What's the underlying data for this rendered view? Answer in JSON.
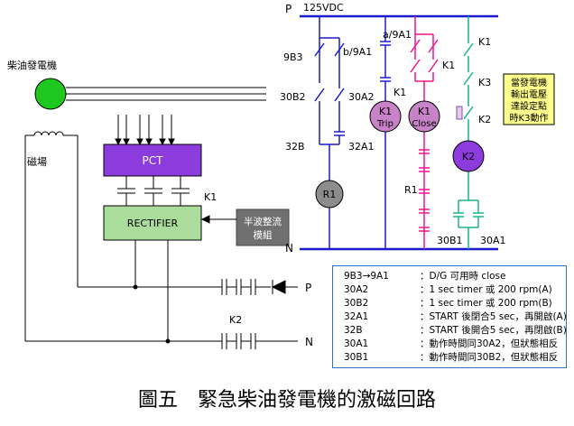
{
  "bus": {
    "p_top": "P",
    "voltage": "125VDC",
    "n_bottom": "N",
    "p_right": "P",
    "n_right": "N"
  },
  "generator": {
    "label": "柴油發電機"
  },
  "field": {
    "label": "磁場"
  },
  "pct": {
    "label": "PCT"
  },
  "rectifier": {
    "label": "RECTIFIER"
  },
  "semi_module": {
    "line1": "半波整流",
    "line2": "模組"
  },
  "contacts": {
    "k1_rect": "K1",
    "k2_bottom": "K2",
    "c9b3": "9B3",
    "c9a1_b": "b/9A1",
    "c9a1_a": "a/9A1",
    "c30b2": "30B2",
    "c30a2": "30A2",
    "c32b": "32B",
    "c32a1": "32A1",
    "k1_trip_contact": "K1",
    "k1_close_contact": "K1",
    "r1_contact": "R1",
    "c30b1": "30B1",
    "k1_right": "K1",
    "k3_right": "K3",
    "k2_right": "K2",
    "c30a1": "30A1"
  },
  "coils": {
    "r1": "R1",
    "k1_trip_l1": "K1",
    "k1_trip_l2": "Trip",
    "k1_close_l1": "K1",
    "k1_close_l2": "Close",
    "k2": "K2"
  },
  "note": {
    "line1": "當發電機",
    "line2": "輸出電壓",
    "line3": "達設定點",
    "line4": "時K3動作"
  },
  "legend": [
    {
      "key": "9B3→9A1",
      "value": "：D/G 可用時 close"
    },
    {
      "key": "30A2",
      "value": "：1 sec timer 或 200 rpm(A)"
    },
    {
      "key": "30B2",
      "value": "：1 sec timer 或 200 rpm(B)"
    },
    {
      "key": "32A1",
      "value": "：START 後閉合5 sec，再開啟(A)"
    },
    {
      "key": "32B",
      "value": "：START 後開合5 sec，再閉啟(B)"
    },
    {
      "key": "30A1",
      "value": "：動作時間同30A2，但狀態相反"
    },
    {
      "key": "30B1",
      "value": "：動作時間同30B2，但狀態相反"
    }
  ],
  "caption": "圖五　緊急柴油發電機的激磁回路",
  "colors": {
    "bus_blue": "#1a1acd",
    "magenta": "#f0148c",
    "teal": "#19b48c",
    "pct_fill": "#8c3cdc",
    "rect_fill": "#aadc9c",
    "gen_fill": "#1ec81e",
    "coil_fill": "#c882c8",
    "r1_fill": "#8c8c8c",
    "note_fill": "#ffff8c",
    "module_fill": "#707070"
  }
}
